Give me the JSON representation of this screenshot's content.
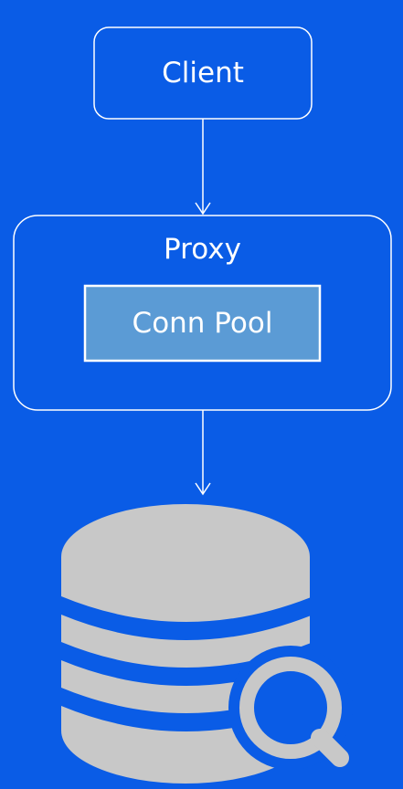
{
  "diagram": {
    "client_label": "Client",
    "proxy_label": "Proxy",
    "pool_label": "Conn Pool"
  },
  "colors": {
    "background": "#0a5ce6",
    "box_stroke": "#ffffff",
    "pool_fill": "#5b9bd5",
    "database_fill": "#c8c8c8"
  },
  "icons": {
    "database": "database-search-icon"
  }
}
